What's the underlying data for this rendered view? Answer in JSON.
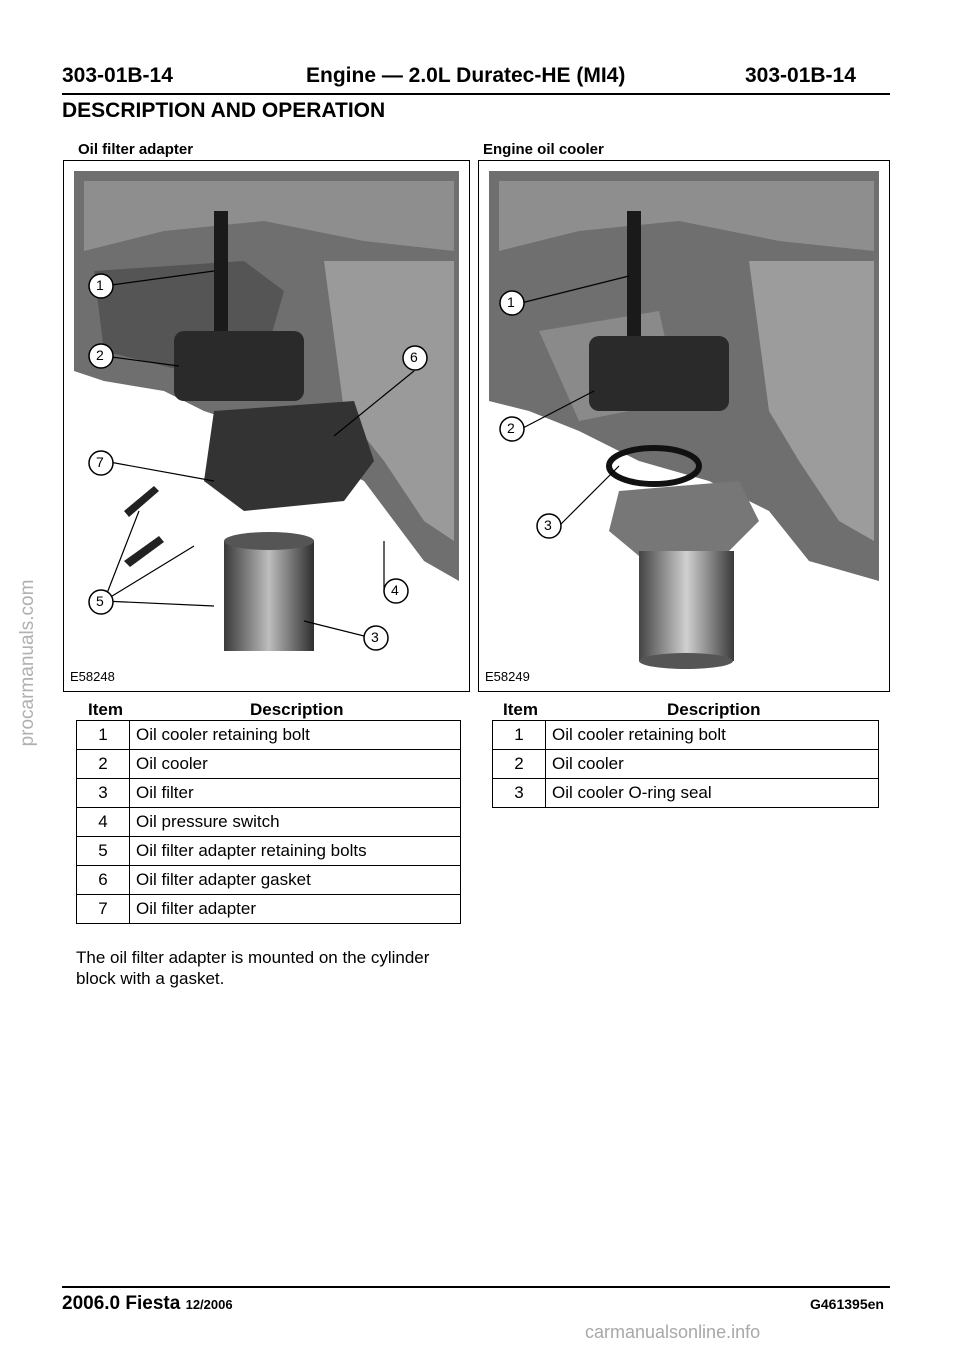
{
  "header": {
    "code_left": "303-01B-14",
    "title": "Engine — 2.0L Duratec-HE (MI4)",
    "code_right": "303-01B-14",
    "section": "DESCRIPTION AND OPERATION"
  },
  "figures": [
    {
      "title": "Oil filter adapter",
      "image_code": "E58248",
      "callouts": [
        "1",
        "2",
        "6",
        "7",
        "5",
        "4",
        "3"
      ]
    },
    {
      "title": "Engine oil cooler",
      "image_code": "E58249",
      "callouts": [
        "1",
        "2",
        "3"
      ]
    }
  ],
  "tables": [
    {
      "col_item": "Item",
      "col_desc": "Description",
      "rows": [
        {
          "item": "1",
          "desc": "Oil cooler retaining bolt"
        },
        {
          "item": "2",
          "desc": "Oil cooler"
        },
        {
          "item": "3",
          "desc": "Oil filter"
        },
        {
          "item": "4",
          "desc": "Oil pressure switch"
        },
        {
          "item": "5",
          "desc": "Oil filter adapter retaining bolts"
        },
        {
          "item": "6",
          "desc": "Oil filter adapter gasket"
        },
        {
          "item": "7",
          "desc": "Oil filter adapter"
        }
      ]
    },
    {
      "col_item": "Item",
      "col_desc": "Description",
      "rows": [
        {
          "item": "1",
          "desc": "Oil cooler retaining bolt"
        },
        {
          "item": "2",
          "desc": "Oil cooler"
        },
        {
          "item": "3",
          "desc": "Oil cooler O-ring seal"
        }
      ]
    }
  ],
  "body_text": "The oil filter adapter is mounted on the cylinder block with a gasket.",
  "footer": {
    "model": "2006.0 Fiesta",
    "date": "12/2006",
    "code": "G461395en"
  },
  "watermarks": {
    "side": "procarmanuals.com",
    "bottom": "carmanualsonline.info"
  }
}
